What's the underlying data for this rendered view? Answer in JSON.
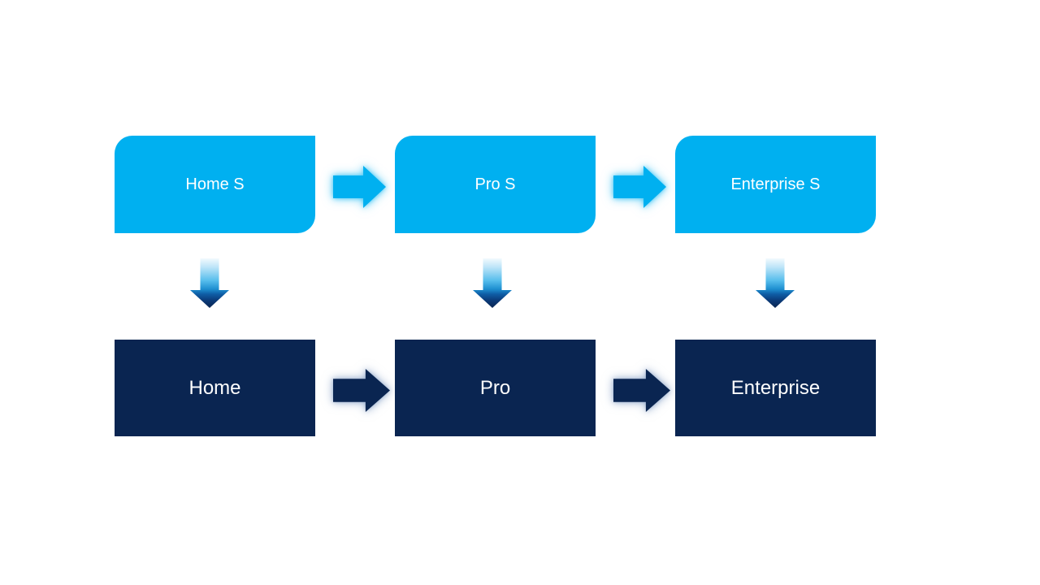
{
  "diagram": {
    "top_row": [
      {
        "label": "Home S"
      },
      {
        "label": "Pro S"
      },
      {
        "label": "Enterprise S"
      }
    ],
    "bottom_row": [
      {
        "label": "Home"
      },
      {
        "label": "Pro"
      },
      {
        "label": "Enterprise"
      }
    ]
  },
  "colors": {
    "cyan": "#00b0f0",
    "navy": "#0a2551",
    "text": "#ffffff",
    "glow-cyan": "rgba(0,176,240,.55)",
    "glow-navy": "rgba(110,140,185,.55)"
  }
}
